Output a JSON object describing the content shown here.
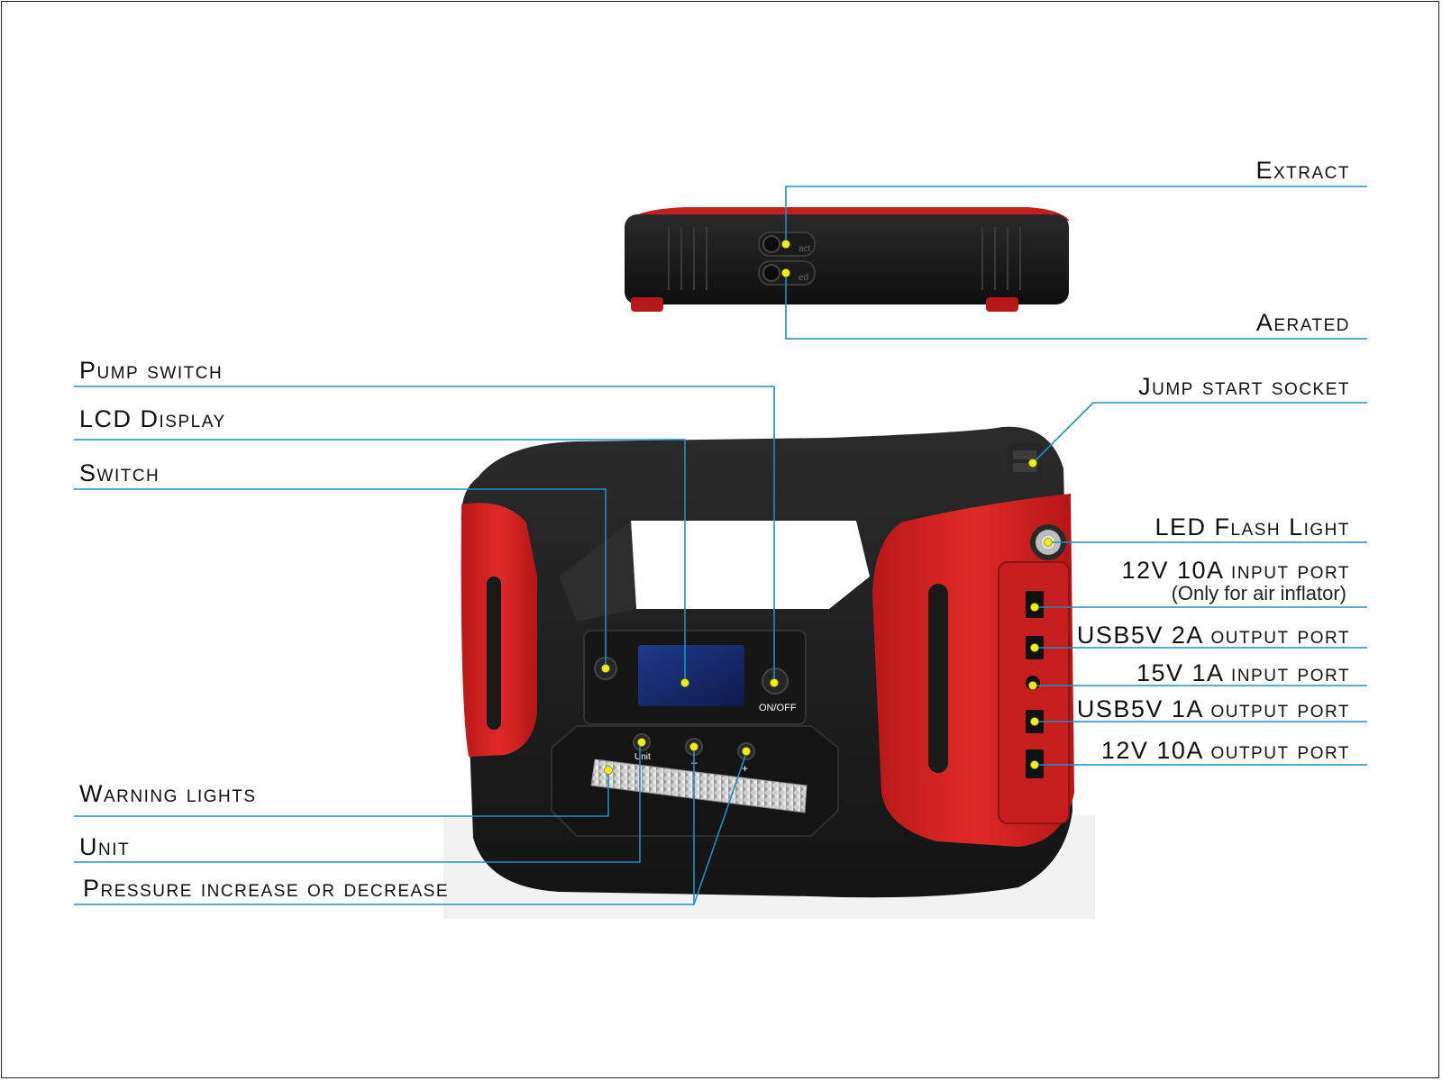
{
  "labels": {
    "extract": "Extract",
    "aerated": "Aerated",
    "pump_switch": "Pump switch",
    "lcd_display": "LCD Display",
    "switch": "Switch",
    "warning_lights": "Warning lights",
    "unit": "Unit",
    "pressure": "Pressure increase or decrease",
    "jump_start_socket": "Jump start socket",
    "led_flash_light": "LED Flash Light",
    "input_12v": "12V 10A input port",
    "input_12v_note": "(Only for air inflator)",
    "usb_2a": "USB5V 2A output port",
    "input_15v": "15V 1A input port",
    "usb_1a": "USB5V 1A output port",
    "output_12v": "12V 10A output port"
  },
  "device": {
    "on_off_label": "ON/OFF",
    "button_unit_label": "Unit",
    "button_minus_label": "–",
    "button_plus_label": "+",
    "top_extract_label": "act",
    "top_aerated_label": "ed"
  },
  "colors": {
    "leader_line": "#1b8fc9",
    "marker": "#f2ee1a",
    "device_red": "#d62424",
    "device_black": "#1c1c1c",
    "lcd_blue": "#16296b"
  }
}
